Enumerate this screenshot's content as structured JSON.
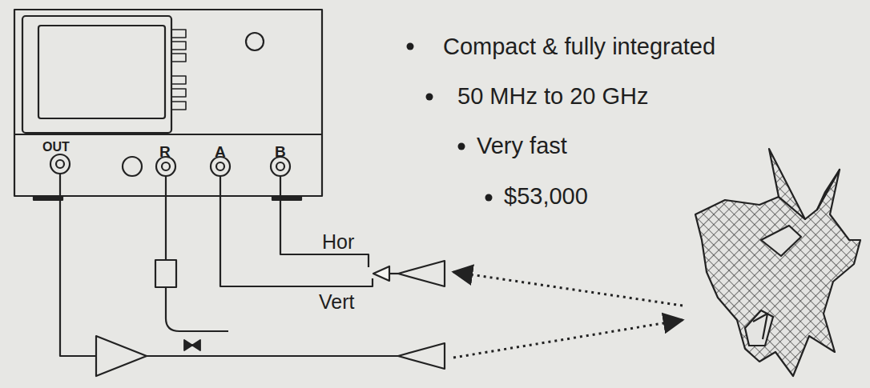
{
  "diagram": {
    "labels": [
      "Compact & fully integrated",
      "50 MHz to 20 GHz",
      "Very fast",
      "$53,000",
      "OUT",
      "R",
      "A",
      "B",
      "Hor",
      "Vert"
    ]
  }
}
